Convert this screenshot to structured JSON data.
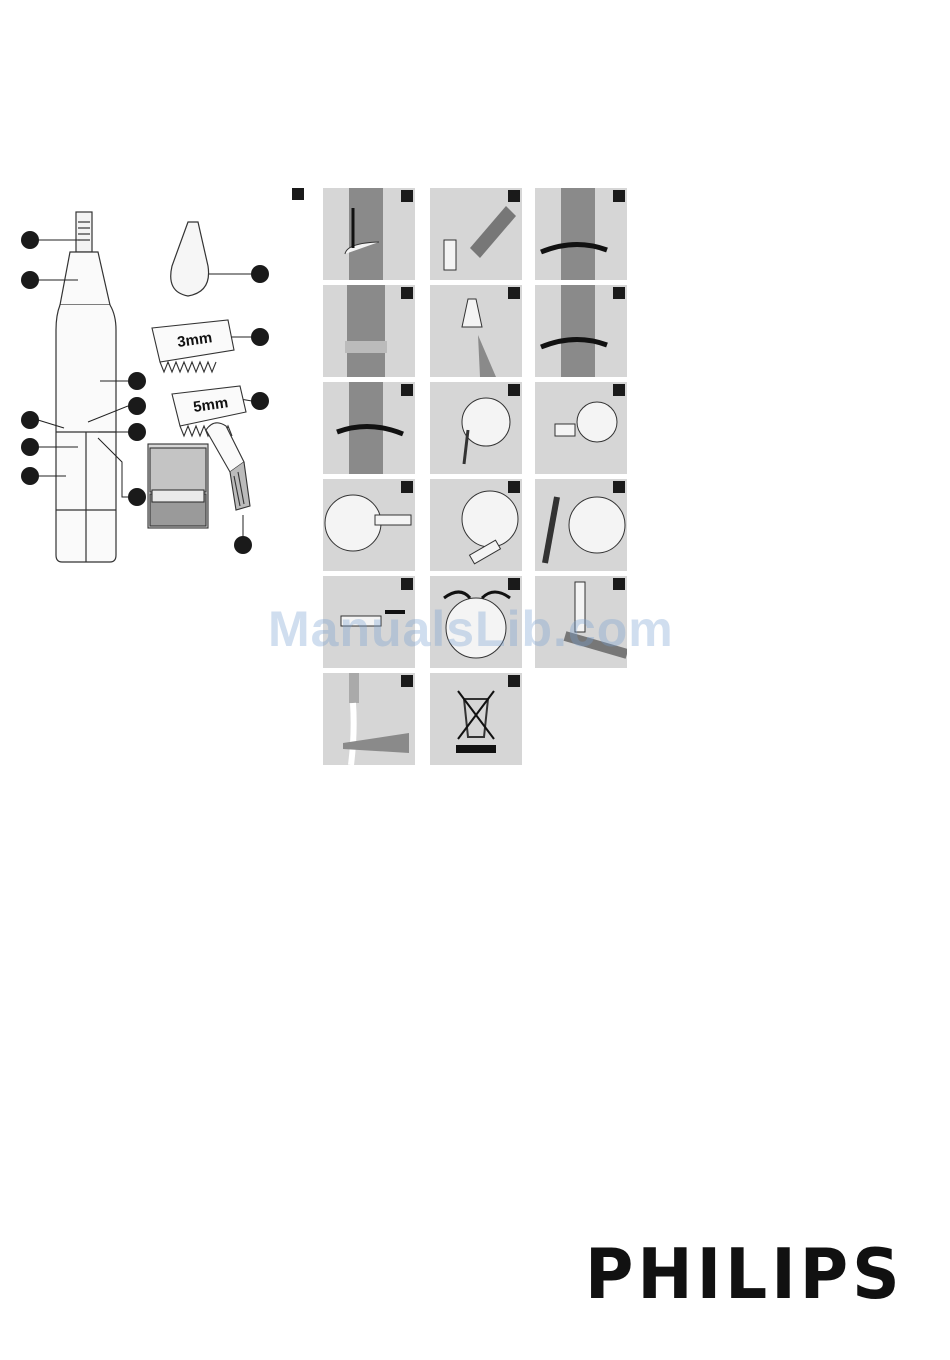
{
  "brand": {
    "logo_text": "PHILIPS"
  },
  "watermark": {
    "text": "ManualsLib.com"
  },
  "product": {
    "comb_labels": [
      "3mm",
      "5mm"
    ]
  },
  "illustrations": {
    "panel_count": 17
  },
  "colors": {
    "panel_bg": "#d6d6d6",
    "callout": "#1a1a1a",
    "watermark": "#78a0d2"
  }
}
